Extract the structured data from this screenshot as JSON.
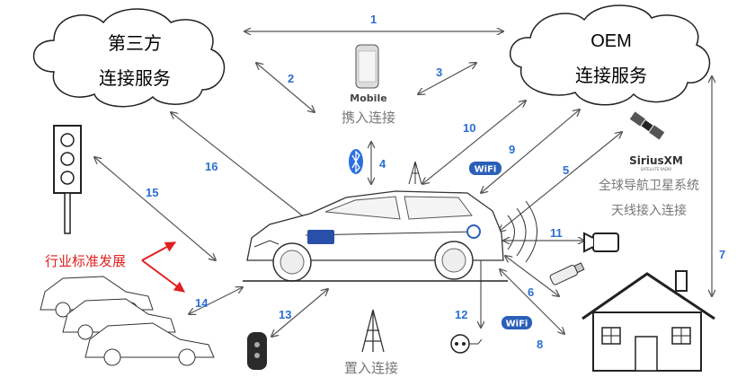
{
  "clouds": {
    "third_party": {
      "line1": "第三方",
      "line2": "连接服务"
    },
    "oem": {
      "line1": "OEM",
      "line2": "连接服务"
    }
  },
  "labels": {
    "mobile": "Mobile",
    "carry_in": "携入连接",
    "siriusxm": "SiriusXM",
    "siriusxm_sub": "SATELLITE RADIO",
    "gnss": "全球导航卫星系统",
    "antenna": "天线接入连接",
    "industry": "行业标准发展",
    "embedded": "置入连接",
    "wifi": "WiFi"
  },
  "links": [
    "1",
    "2",
    "3",
    "4",
    "5",
    "6",
    "7",
    "8",
    "9",
    "10",
    "11",
    "12",
    "13",
    "14",
    "15",
    "16"
  ],
  "colors": {
    "number": "#2b6fd1",
    "industry": "#e02020",
    "arrow": "#555555",
    "bluetooth": "#2a6fe0"
  }
}
